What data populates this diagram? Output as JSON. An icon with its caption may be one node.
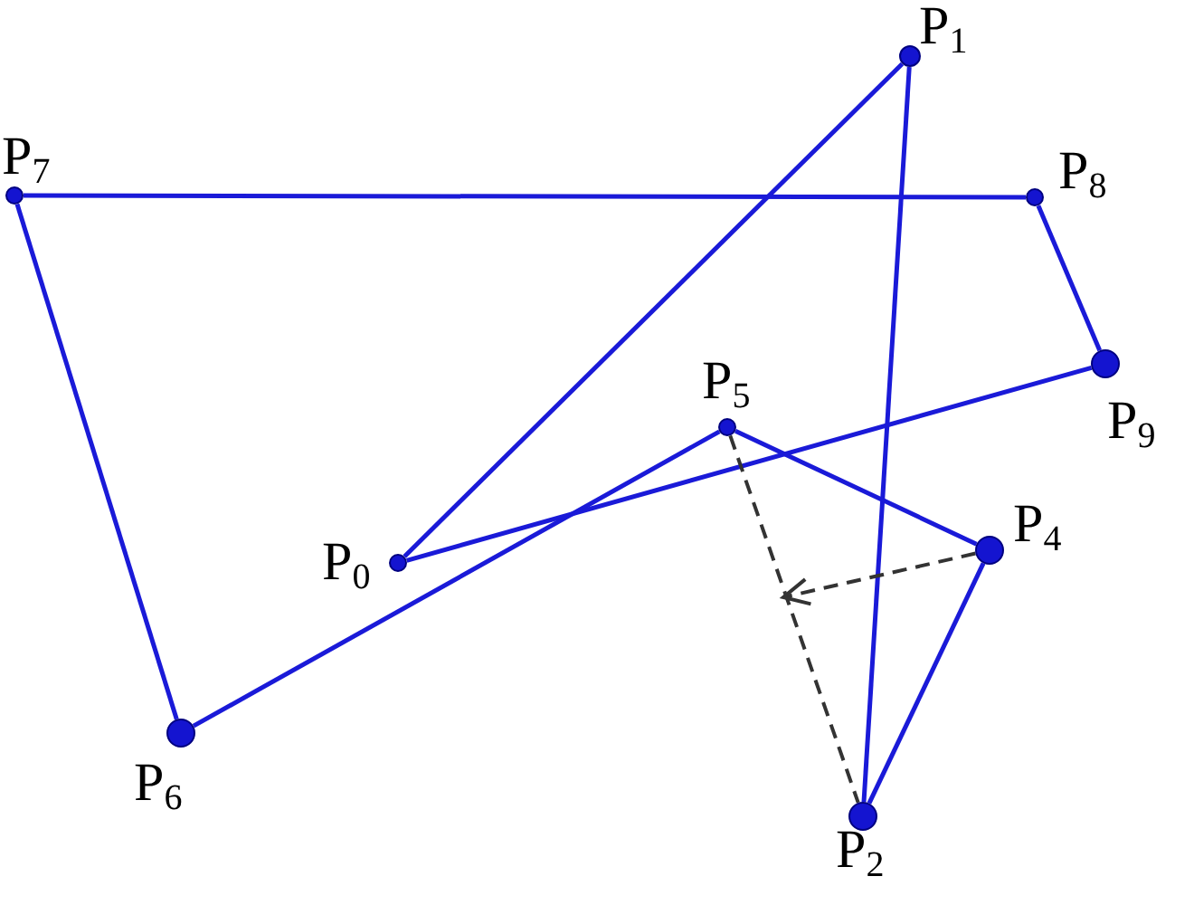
{
  "diagram": {
    "nodes": [
      {
        "text": [],
        "shape": "circle",
        "beside": [
          "P$_{0}$"
        ]
      },
      {
        "text": [],
        "shape": "circle",
        "beside": [
          "P$_{1}$"
        ]
      },
      {
        "text": [],
        "shape": "circle",
        "beside": [
          "P$_{2}$"
        ]
      },
      {
        "text": [],
        "shape": "circle",
        "beside": [
          "P$_{4}$"
        ]
      },
      {
        "text": [],
        "shape": "circle",
        "beside": [
          "P$_{5}$"
        ]
      },
      {
        "text": [],
        "shape": "circle",
        "beside": [
          "P$_{6}$"
        ]
      },
      {
        "text": [],
        "shape": "circle",
        "beside": [
          "P$_{7}$"
        ]
      },
      {
        "text": [],
        "shape": "circle",
        "beside": [
          "P$_{8}$"
        ]
      },
      {
        "text": [],
        "shape": "circle",
        "beside": [
          "P$_{9}$"
        ]
      }
    ],
    "edges": [
      {
        "from": 0,
        "to": 1,
        "arrow": "none"
      },
      {
        "from": 1,
        "to": 2,
        "arrow": "none"
      },
      {
        "from": 2,
        "to": 3,
        "arrow": "none"
      },
      {
        "from": 3,
        "to": 4,
        "arrow": "none"
      },
      {
        "from": 4,
        "to": 5,
        "arrow": "none"
      },
      {
        "from": 5,
        "to": 6,
        "arrow": "none"
      },
      {
        "from": 6,
        "to": 7,
        "arrow": "none"
      },
      {
        "from": 7,
        "to": 8,
        "arrow": "none"
      },
      {
        "from": 8,
        "to": 0,
        "arrow": "none"
      },
      {
        "from": 4,
        "to": 2,
        "arrow": "none",
        "style": "dashed",
        "color": "#333333"
      },
      {
        "from": 3,
        "to": null,
        "arrow": "to",
        "style": "dashed",
        "color": "#333333"
      }
    ]
  }
}
